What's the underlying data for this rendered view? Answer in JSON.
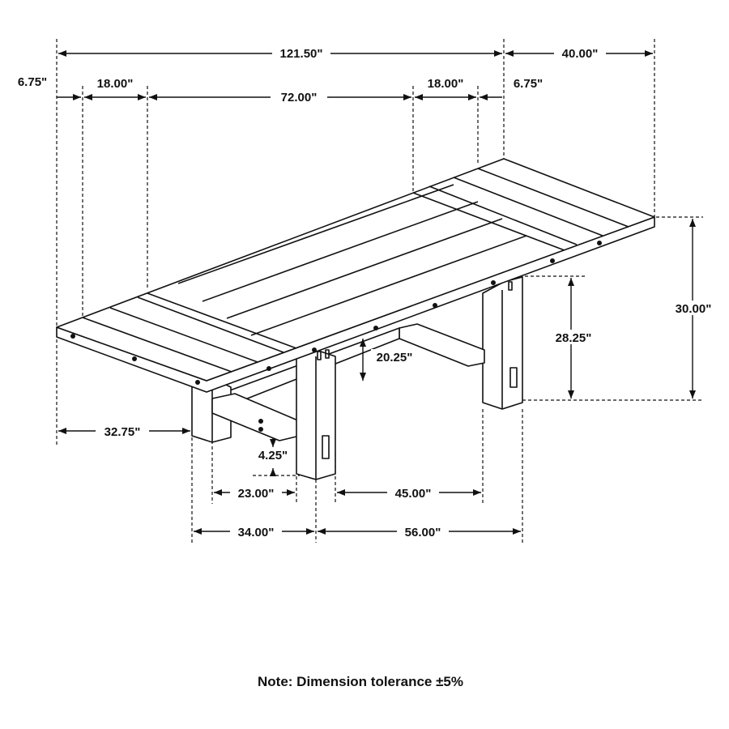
{
  "dimensions": {
    "overall_length": "121.50\"",
    "depth": "40.00\"",
    "leaf_left": "18.00\"",
    "leaf_right": "18.00\"",
    "overhang_left": "6.75\"",
    "overhang_right": "6.75\"",
    "center_length": "72.00\"",
    "height": "30.00\"",
    "apron_height": "28.25\"",
    "stretcher_height": "20.25\"",
    "foot_height": "4.25\"",
    "base_depth": "32.75\"",
    "leg_depth": "23.00\"",
    "base_width": "34.00\"",
    "stretcher_length": "45.00\"",
    "base_length": "56.00\""
  },
  "note": "Note: Dimension tolerance ±5%"
}
